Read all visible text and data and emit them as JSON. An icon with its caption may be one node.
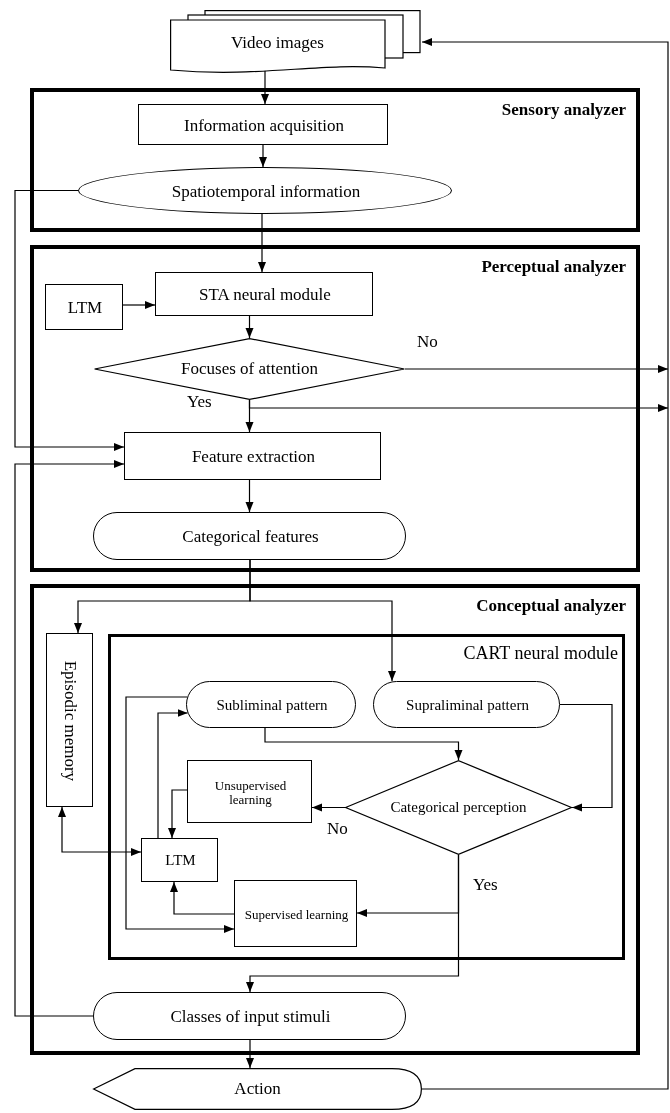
{
  "diagram": {
    "nodes": [
      {
        "text": [
          "Video images"
        ]
      },
      {
        "text": [
          "Sensory analyzer"
        ]
      },
      {
        "text": [
          "Information acquisition"
        ],
        "in": 1
      },
      {
        "text": [
          "Spatiotemporal information"
        ],
        "in": 1
      },
      {
        "text": [
          "Perceptual analyzer"
        ]
      },
      {
        "text": [
          "LTM"
        ],
        "in": 4
      },
      {
        "text": [
          "STA neural module"
        ],
        "in": 4
      },
      {
        "text": [
          "Focuses of attention"
        ],
        "in": 4
      },
      {
        "text": [
          "Feature extraction"
        ],
        "in": 4
      },
      {
        "text": [
          "Categorical features"
        ],
        "in": 4
      },
      {
        "text": [
          "Conceptual analyzer"
        ]
      },
      {
        "text": [
          "Episodic memory"
        ],
        "in": 10
      },
      {
        "text": [
          "CART neural module"
        ],
        "in": 10
      },
      {
        "text": [
          "Subliminal pattern"
        ],
        "in": 12
      },
      {
        "text": [
          "Supraliminal pattern"
        ],
        "in": 12
      },
      {
        "text": [
          "Unsupervised learning"
        ],
        "in": 12
      },
      {
        "text": [
          "Categorical perception"
        ],
        "in": 12
      },
      {
        "text": [
          "LTM"
        ],
        "in": 12
      },
      {
        "text": [
          "Supervised learning"
        ],
        "in": 12
      },
      {
        "text": [
          "Classes of input stimuli"
        ],
        "in": 10
      },
      {
        "text": [
          "Action"
        ]
      }
    ],
    "edges": [
      {
        "from": 0,
        "to": 2,
        "arrow": "to"
      },
      {
        "from": 2,
        "to": 3,
        "arrow": "to"
      },
      {
        "from": 3,
        "to": 6,
        "arrow": "to"
      },
      {
        "from": 5,
        "to": 6,
        "arrow": "to"
      },
      {
        "from": 6,
        "to": 7,
        "arrow": "to"
      },
      {
        "from": 7,
        "to": 8,
        "arrow": "to",
        "label": "Yes"
      },
      {
        "from": 7,
        "to": null,
        "arrow": "to",
        "label": "No"
      },
      {
        "from": 7,
        "to": null,
        "arrow": "to"
      },
      {
        "from": 3,
        "to": 8,
        "arrow": "to"
      },
      {
        "from": 19,
        "to": 8,
        "arrow": "to"
      },
      {
        "from": 9,
        "to": 11,
        "arrow": "to"
      },
      {
        "from": 9,
        "to": 14,
        "arrow": "to"
      },
      {
        "from": 13,
        "to": 16,
        "arrow": "to"
      },
      {
        "from": 14,
        "to": 16,
        "arrow": "to"
      },
      {
        "from": 16,
        "to": 15,
        "arrow": "to",
        "label": "No"
      },
      {
        "from": 15,
        "to": 17,
        "arrow": "to"
      },
      {
        "from": 11,
        "to": 17,
        "arrow": "both"
      },
      {
        "from": 17,
        "to": 13,
        "arrow": "to"
      },
      {
        "from": 13,
        "to": 18,
        "arrow": "to"
      },
      {
        "from": 18,
        "to": 17,
        "arrow": "to"
      },
      {
        "from": 16,
        "to": 18,
        "arrow": "to",
        "label": "Yes"
      },
      {
        "from": 16,
        "to": 19,
        "arrow": "to"
      },
      {
        "from": 19,
        "to": 20,
        "arrow": "to"
      },
      {
        "from": 20,
        "to": 0,
        "arrow": "to"
      },
      {
        "from": 8,
        "to": 9,
        "arrow": "to"
      }
    ]
  }
}
